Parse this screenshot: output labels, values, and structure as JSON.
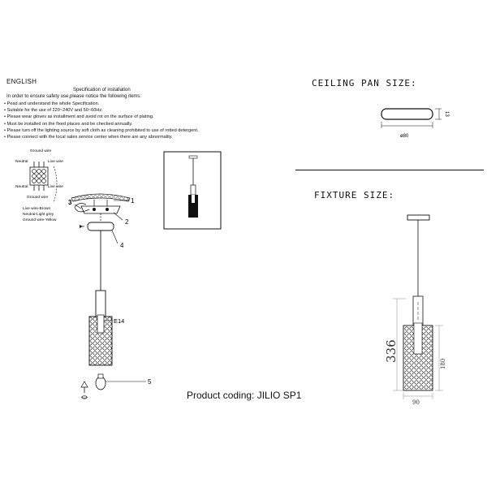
{
  "language": "ENGLISH",
  "spec": {
    "title": "Specification of installation",
    "intro": "In order to ensure safety use,please notice the following items:",
    "bullets": [
      "• Pead and understand the whole Specification.",
      "• Suitable for the use of 220~240V and 50~60Hz.",
      "• Please wear gloves as installment and avoid rot on the surface of plating.",
      "• Must be installed on the fixed places and be checked annually.",
      "• Please turn off the lighting source by soft cloth as cleaning prohibited to use of rotted detergent.",
      "• Please connect with the local sales service center when there are any abnormality."
    ]
  },
  "wiring": {
    "ground_wire_top": "Ground wire",
    "neutral_top": "Neutral",
    "live_wire_top": "Live wire",
    "neutral_bottom": "Neutral",
    "live_wire_bottom": "Live wire",
    "ground_wire_bottom": "Ground wire",
    "legend": [
      "Live wire-Brown",
      "Neutral-Light grey",
      "Ground wire-Yellow"
    ]
  },
  "callouts": {
    "c1": "1",
    "c2": "2",
    "c3": "3",
    "c4": "4",
    "c5": "5",
    "socket": "E14"
  },
  "product_coding": "Product coding: JILIO SP1",
  "ceiling_pan": {
    "header": "CEILING PAN SIZE:",
    "diameter": "ø80",
    "height": "13"
  },
  "fixture": {
    "header": "FIXTURE SIZE:",
    "total_height": "336",
    "shade_height": "180",
    "width": "90"
  }
}
